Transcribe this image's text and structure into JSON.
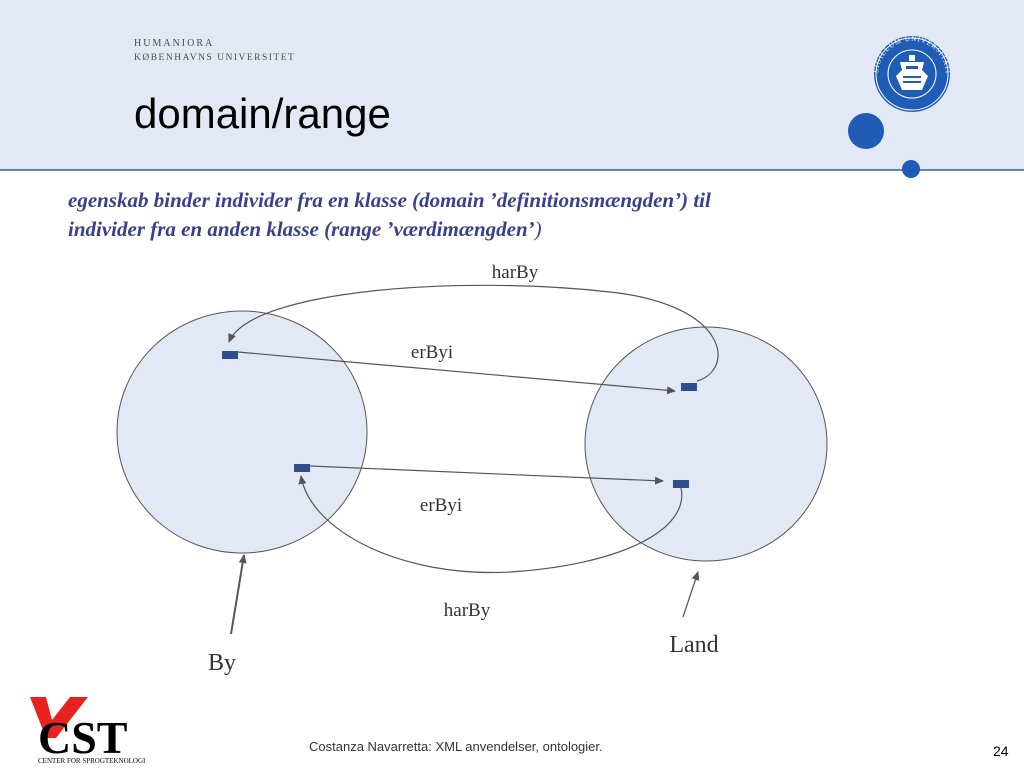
{
  "header": {
    "org_line1": "HUMANIORA",
    "org_line2": "KØBENHAVNS UNIVERSITET",
    "title": "domain/range",
    "seal_text": "SIGILLUM UNIVERSITATIS HAFNIENSIS"
  },
  "subtitle": {
    "line1": "egenskab binder individer fra en klasse (domain ’definitionsmængden’) til",
    "line2_bold": "individer fra en anden klasse (range ’værdimængden’",
    "line2_end": ")"
  },
  "diagram": {
    "top_arc_label": "harBy",
    "upper_arrow_label": "erByi",
    "lower_arrow_label": "erByi",
    "bottom_arc_label": "harBy",
    "left_class_label": "By",
    "right_class_label": "Land"
  },
  "footer": {
    "logo_text": "CST",
    "logo_caption": "CENTER FOR SPROGTEKNOLOGI",
    "credit": "Costanza Navarretta: XML anvendelser, ontologier.",
    "page_number": "24"
  },
  "colors": {
    "header_bg": "#e3e9f4",
    "accent_blue": "#1f5cb5",
    "subtitle_color": "#3b3e8c",
    "circle_fill": "#e3e9f4",
    "individual_fill": "#2e4e8f",
    "logo_red": "#e8231f"
  }
}
